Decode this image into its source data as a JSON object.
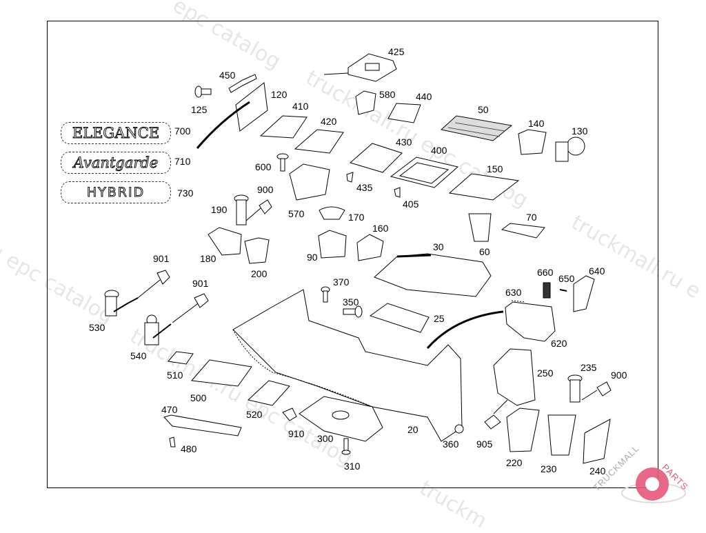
{
  "diagram": {
    "title": "Center console parts diagram",
    "badges": [
      {
        "id": "700",
        "text": "ELEGANCE"
      },
      {
        "id": "710",
        "text": "Avantgarde"
      },
      {
        "id": "730",
        "text": "HYBRID"
      }
    ],
    "callouts": {
      "c425": "425",
      "c450": "450",
      "c120": "120",
      "c125": "125",
      "c410": "410",
      "c420": "420",
      "c580": "580",
      "c440": "440",
      "c50": "50",
      "c140": "140",
      "c130": "130",
      "c700": "700",
      "c710": "710",
      "c730": "730",
      "c600": "600",
      "c430": "430",
      "c400": "400",
      "c150": "150",
      "c435": "435",
      "c405": "405",
      "c900a": "900",
      "c190": "190",
      "c570": "570",
      "c170": "170",
      "c160": "160",
      "c70": "70",
      "c180": "180",
      "c90": "90",
      "c30": "30",
      "c60": "60",
      "c200": "200",
      "c901a": "901",
      "c901b": "901",
      "c370": "370",
      "c350": "350",
      "c660": "660",
      "c650": "650",
      "c640": "640",
      "c630": "630",
      "c25": "25",
      "c530": "530",
      "c540": "540",
      "c620": "620",
      "c510": "510",
      "c250": "250",
      "c235": "235",
      "c900b": "900",
      "c500": "500",
      "c470": "470",
      "c520": "520",
      "c910": "910",
      "c300": "300",
      "c20": "20",
      "c360": "360",
      "c905": "905",
      "c480": "480",
      "c310": "310",
      "c220": "220",
      "c230": "230",
      "c240": "240"
    }
  },
  "watermarks": [
    "epc catalog",
    "truckmall.ru epc catalog",
    "truckmall.ru epc catalog",
    "truckmall.ru e",
    "u epc catalog",
    "truckmall.ru epc catalog",
    "truckmall.ru epc catalog",
    "truckm"
  ],
  "logo": {
    "text_dark": "TRUCKMALL",
    "text_accent": "PARTS",
    "accent_color": "#e8587a"
  }
}
